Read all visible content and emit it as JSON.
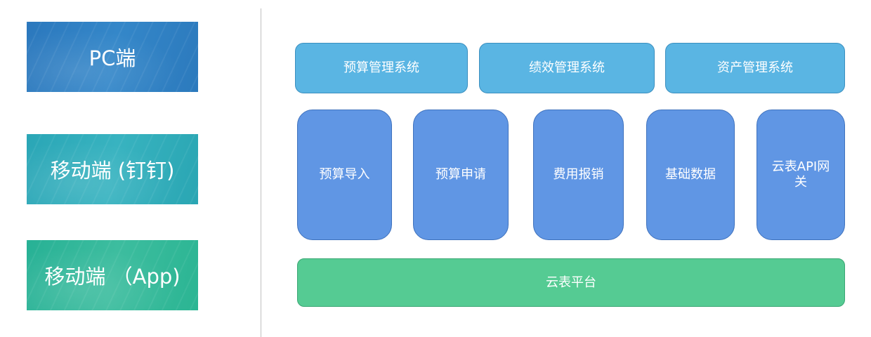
{
  "clients": [
    {
      "label": "PC端"
    },
    {
      "label": "移动端 (钉钉)"
    },
    {
      "label": "移动端 （App)"
    }
  ],
  "systems": [
    {
      "label": "预算管理系统"
    },
    {
      "label": "绩效管理系统"
    },
    {
      "label": "资产管理系统"
    }
  ],
  "modules": [
    {
      "label": "预算导入"
    },
    {
      "label": "预算申请"
    },
    {
      "label": "费用报销"
    },
    {
      "label": "基础数据"
    },
    {
      "label": "云表API网关"
    }
  ],
  "platform": {
    "label": "云表平台"
  },
  "colors": {
    "pc_client": "#2f80c4",
    "dingtalk_client": "#33adbb",
    "app_client": "#35b99a",
    "system_box": "#5ab5e3",
    "module_box": "#6096e4",
    "platform_box": "#55cb93",
    "divider": "#bfbfbf"
  }
}
